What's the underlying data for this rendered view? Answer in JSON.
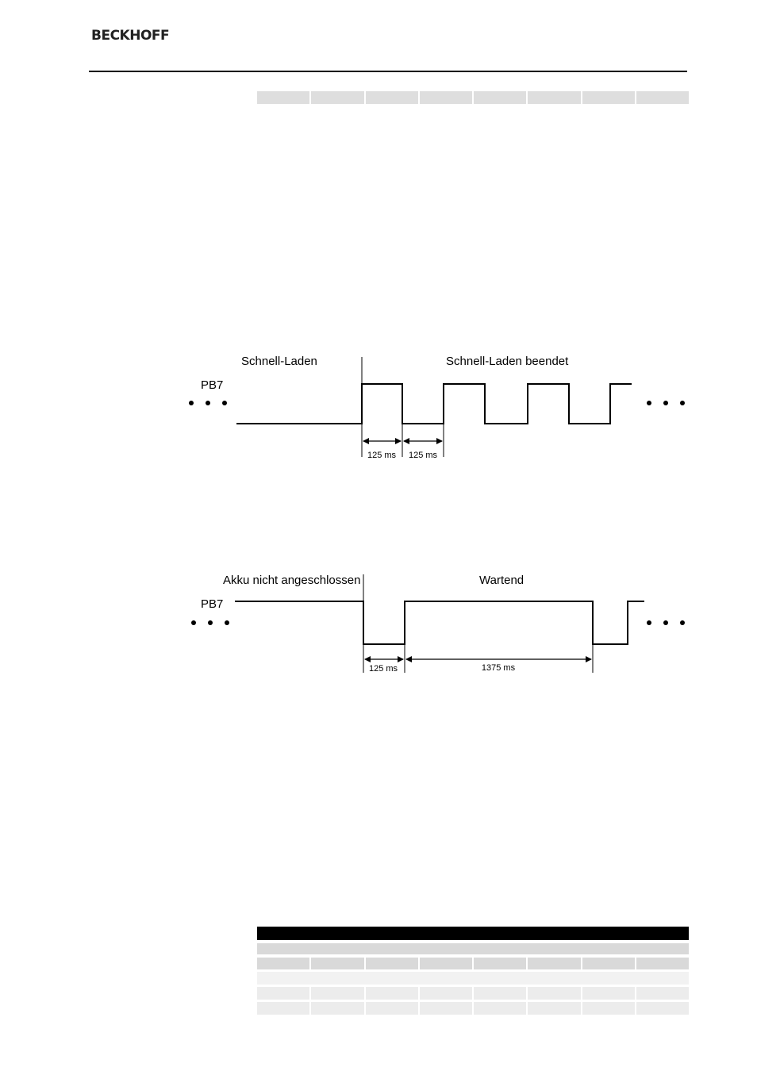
{
  "header": {
    "logo_text": "BECKHOFF"
  },
  "diagram1": {
    "signal_label": "PB7",
    "phase_left": "Schnell-Laden",
    "phase_right": "Schnell-Laden beendet",
    "interval_1": "125 ms",
    "interval_2": "125 ms"
  },
  "diagram2": {
    "signal_label": "PB7",
    "phase_left": "Akku nicht angeschlossen",
    "phase_right": "Wartend",
    "interval_1": "125 ms",
    "interval_2": "1375 ms"
  }
}
